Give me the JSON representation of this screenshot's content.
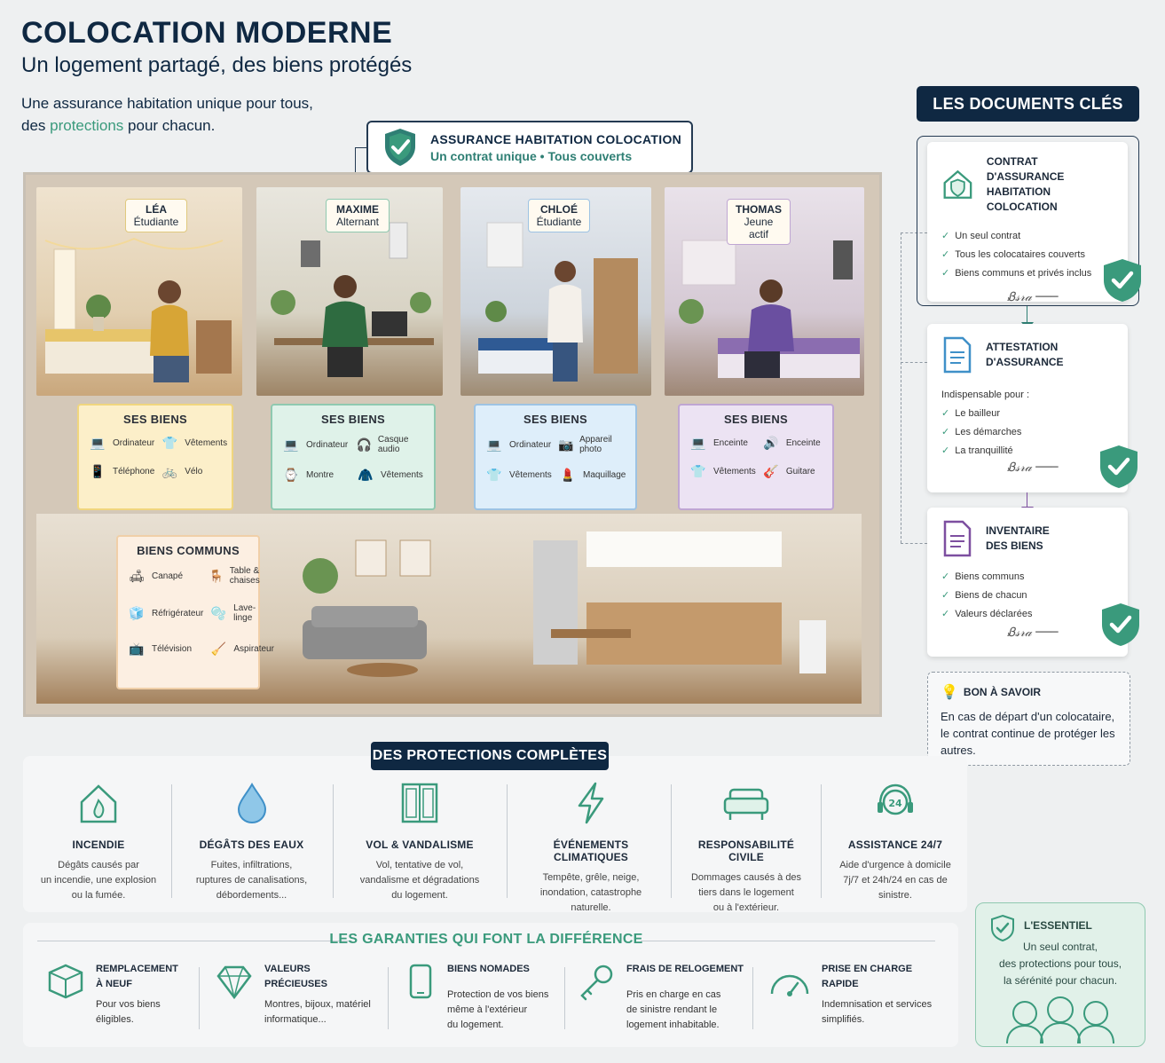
{
  "header": {
    "title": "COLOCATION MODERNE",
    "subtitle": "Un logement partagé, des biens protégés",
    "intro_line1": "Une assurance habitation unique pour tous,",
    "intro_line2_pre": "des ",
    "intro_line2_hl": "protections",
    "intro_line2_post": " pour chacun."
  },
  "contract": {
    "title": "ASSURANCE HABITATION COLOCATION",
    "subtitle": "Un contrat unique • Tous couverts"
  },
  "roommates": [
    {
      "name": "LÉA",
      "role": "Étudiante",
      "accent": "#e8c24a",
      "goods_title": "SES BIENS",
      "goods": [
        {
          "icon": "laptop-icon",
          "label": "Ordinateur"
        },
        {
          "icon": "clothes-icon",
          "label": "Vêtements"
        },
        {
          "icon": "phone-icon",
          "label": "Téléphone"
        },
        {
          "icon": "bike-icon",
          "label": "Vélo"
        }
      ]
    },
    {
      "name": "MAXIME",
      "role": "Alternant",
      "accent": "#3a9a7c",
      "goods_title": "SES BIENS",
      "goods": [
        {
          "icon": "laptop-icon",
          "label": "Ordinateur"
        },
        {
          "icon": "headphones-icon",
          "label": "Casque audio"
        },
        {
          "icon": "watch-icon",
          "label": "Montre"
        },
        {
          "icon": "clothes-icon",
          "label": "Vêtements"
        }
      ]
    },
    {
      "name": "CHLOÉ",
      "role": "Étudiante",
      "accent": "#3f90c8",
      "goods_title": "SES BIENS",
      "goods": [
        {
          "icon": "laptop-icon",
          "label": "Ordinateur"
        },
        {
          "icon": "camera-icon",
          "label": "Appareil photo"
        },
        {
          "icon": "tshirt-icon",
          "label": "Vêtements"
        },
        {
          "icon": "makeup-icon",
          "label": "Maquillage"
        }
      ]
    },
    {
      "name": "THOMAS",
      "role": "Jeune actif",
      "accent": "#7d4fa0",
      "goods_title": "SES BIENS",
      "goods": [
        {
          "icon": "laptop-icon",
          "label": "Enceinte"
        },
        {
          "icon": "speaker-icon",
          "label": "Enceinte"
        },
        {
          "icon": "tshirt-icon",
          "label": "Vêtements"
        },
        {
          "icon": "guitar-icon",
          "label": "Guitare"
        }
      ]
    }
  ],
  "common": {
    "title": "BIENS COMMUNS",
    "items": [
      {
        "icon": "sofa-icon",
        "label": "Canapé"
      },
      {
        "icon": "table-icon",
        "label": "Table & chaises"
      },
      {
        "icon": "fridge-icon",
        "label": "Réfrigérateur"
      },
      {
        "icon": "washer-icon",
        "label": "Lave-linge"
      },
      {
        "icon": "tv-icon",
        "label": "Télévision"
      },
      {
        "icon": "vacuum-icon",
        "label": "Aspirateur"
      }
    ]
  },
  "documents": {
    "header": "LES DOCUMENTS CLÉS",
    "contract_card": {
      "title_l1": "CONTRAT D'ASSURANCE",
      "title_l2": "HABITATION COLOCATION",
      "items": [
        "Un seul contrat",
        "Tous les colocataires couverts",
        "Biens communs et privés inclus"
      ]
    },
    "attestation_card": {
      "title_l1": "ATTESTATION",
      "title_l2": "D'ASSURANCE",
      "intro": "Indispensable pour :",
      "items": [
        "Le bailleur",
        "Les démarches",
        "La tranquillité"
      ]
    },
    "inventory_card": {
      "title_l1": "INVENTAIRE",
      "title_l2": "DES BIENS",
      "items": [
        "Biens communs",
        "Biens de chacun",
        "Valeurs déclarées"
      ]
    }
  },
  "tip": {
    "title": "BON À SAVOIR",
    "body": "En cas de départ d'un colocataire, le contrat continue de protéger les autres."
  },
  "protections": {
    "header": "DES PROTECTIONS COMPLÈTES",
    "items": [
      {
        "icon": "house-fire-icon",
        "title": "INCENDIE",
        "l1": "Dégâts causés par",
        "l2": "un incendie, une explosion",
        "l3": "ou la fumée."
      },
      {
        "icon": "water-drop-icon",
        "title": "DÉGÂTS DES EAUX",
        "l1": "Fuites, infiltrations,",
        "l2": "ruptures de canalisations,",
        "l3": "débordements..."
      },
      {
        "icon": "door-icon",
        "title": "VOL & VANDALISME",
        "l1": "Vol, tentative de vol,",
        "l2": "vandalisme et dégradations",
        "l3": "du logement."
      },
      {
        "icon": "lightning-icon",
        "title": "ÉVÉNEMENTS CLIMATIQUES",
        "l1": "Tempête, grêle, neige,",
        "l2": "inondation, catastrophe",
        "l3": "naturelle."
      },
      {
        "icon": "sofa-icon",
        "title": "RESPONSABILITÉ CIVILE",
        "l1": "Dommages causés à des",
        "l2": "tiers dans le logement",
        "l3": "ou à l'extérieur."
      },
      {
        "icon": "headset-24-icon",
        "title": "ASSISTANCE 24/7",
        "l1": "Aide d'urgence à domicile",
        "l2": "7j/7 et 24h/24 en cas de",
        "l3": "sinistre."
      }
    ]
  },
  "garanties": {
    "header": "LES GARANTIES QUI FONT LA DIFFÉRENCE",
    "items": [
      {
        "icon": "box-icon",
        "t1": "REMPLACEMENT",
        "t2": "À NEUF",
        "d1": "Pour vos biens",
        "d2": "éligibles.",
        "d3": ""
      },
      {
        "icon": "diamond-icon",
        "t1": "VALEURS",
        "t2": "PRÉCIEUSES",
        "d1": "Montres, bijoux, matériel",
        "d2": "informatique...",
        "d3": ""
      },
      {
        "icon": "mobile-icon",
        "t1": "BIENS NOMADES",
        "t2": "",
        "d1": "Protection de vos biens",
        "d2": "même à l'extérieur",
        "d3": "du logement."
      },
      {
        "icon": "key-icon",
        "t1": "FRAIS DE RELOGEMENT",
        "t2": "",
        "d1": "Pris en charge en cas",
        "d2": "de sinistre rendant le",
        "d3": "logement inhabitable."
      },
      {
        "icon": "gauge-icon",
        "t1": "PRISE EN CHARGE",
        "t2": "RAPIDE",
        "d1": "Indemnisation et services",
        "d2": "simplifiés.",
        "d3": ""
      }
    ]
  },
  "essential": {
    "title": "L'ESSENTIEL",
    "l1": "Un seul contrat,",
    "l2": "des protections pour tous,",
    "l3": "la sérénité pour chacun."
  },
  "colors": {
    "navy": "#0f2842",
    "green": "#3a9a7c",
    "yellow": "#e8c24a",
    "blue": "#3f90c8",
    "purple": "#7d4fa0"
  }
}
